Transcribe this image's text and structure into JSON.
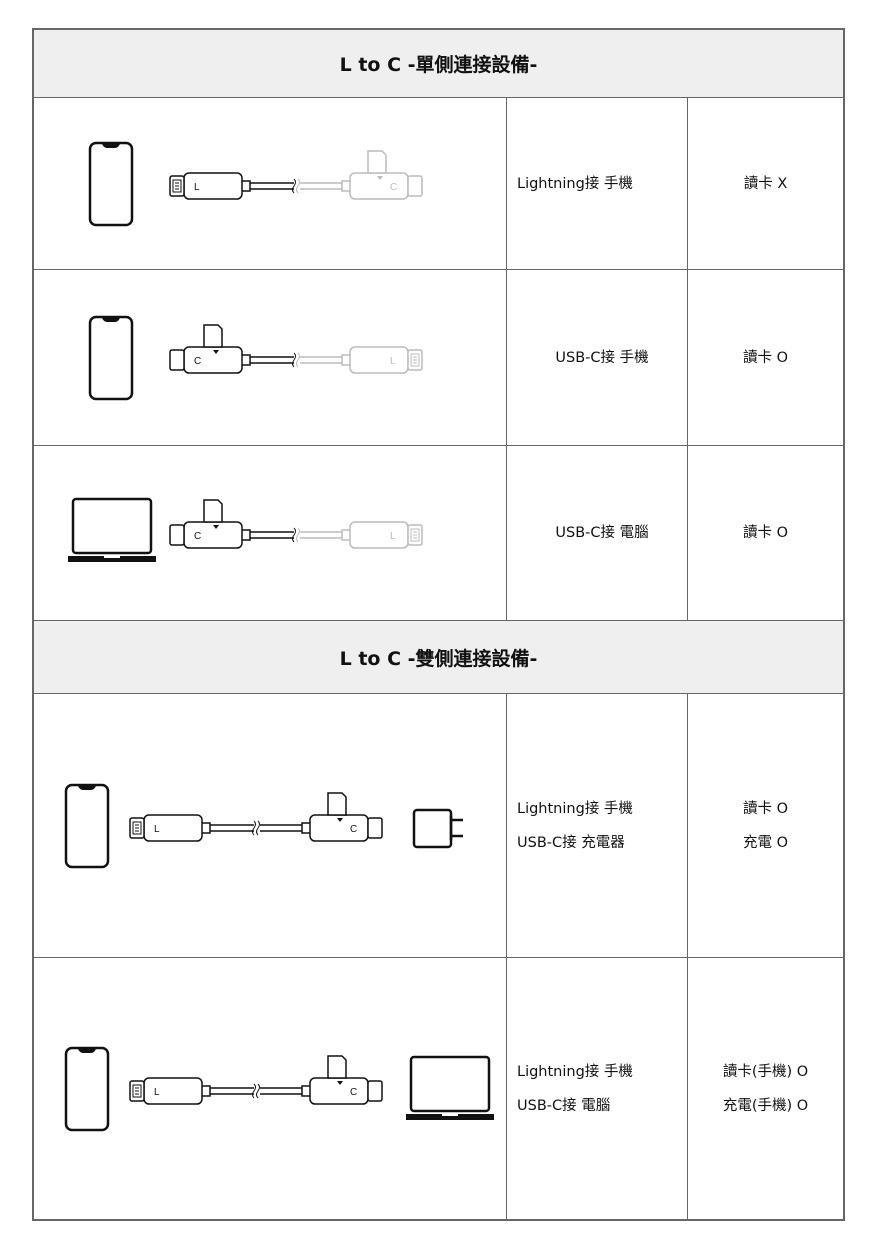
{
  "sections": [
    {
      "title": "L to C -單側連接設備-",
      "rows": [
        {
          "device": "phone",
          "left": "L",
          "right": "C",
          "faded": "right",
          "card": "right",
          "end": null,
          "desc": [
            "Lightning接 手機"
          ],
          "result": [
            "讀卡 X"
          ]
        },
        {
          "device": "phone",
          "left": "C",
          "right": "L",
          "faded": "right",
          "card": "left",
          "end": null,
          "desc": [
            "USB-C接 手機"
          ],
          "result": [
            "讀卡 O"
          ]
        },
        {
          "device": "laptop",
          "left": "C",
          "right": "L",
          "faded": "right",
          "card": "left",
          "end": null,
          "desc": [
            "USB-C接 電腦"
          ],
          "result": [
            "讀卡 O"
          ]
        }
      ]
    },
    {
      "title": "L to C -雙側連接設備-",
      "rows": [
        {
          "device": "phone",
          "left": "L",
          "right": "C",
          "faded": "none",
          "card": "right",
          "end": "charger",
          "desc": [
            "Lightning接 手機",
            "USB-C接 充電器"
          ],
          "result": [
            "讀卡 O",
            "充電 O"
          ]
        },
        {
          "device": "phone",
          "left": "L",
          "right": "C",
          "faded": "none",
          "card": "right",
          "end": "laptop",
          "desc": [
            "Lightning接 手機",
            "USB-C接 電腦"
          ],
          "result": [
            "讀卡(手機) O",
            "充電(手機) O"
          ]
        }
      ]
    }
  ]
}
